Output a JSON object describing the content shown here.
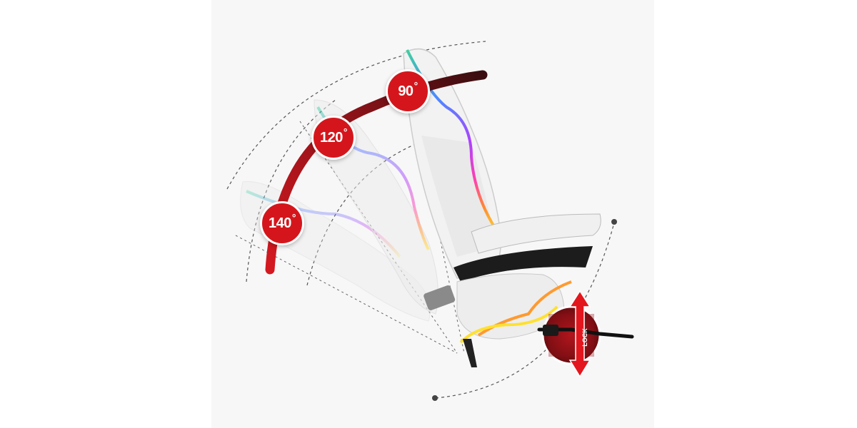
{
  "recline_angles": [
    {
      "value": "90",
      "unit": "°"
    },
    {
      "value": "120",
      "unit": "°"
    },
    {
      "value": "140",
      "unit": "°"
    }
  ],
  "lock_label": "LOCK",
  "colors": {
    "badge_red": "#d4161c",
    "arc_dark": "#3a0d10",
    "arc_red": "#c0181e",
    "lock_red": "#b0121a"
  }
}
